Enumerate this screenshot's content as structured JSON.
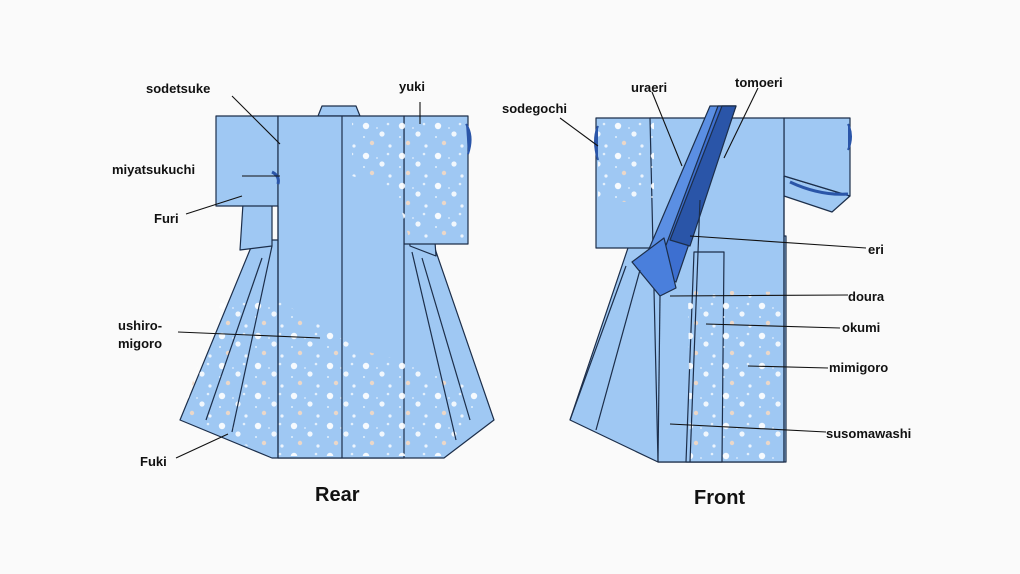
{
  "colors": {
    "fabric": "#9fc8f3",
    "fabric_light": "#acd2f7",
    "collar_dark": "#2a55a8",
    "collar_mid": "#3d6fd0",
    "collar_light": "#5b8fe3",
    "pattern": "#ffffff",
    "outline": "#1c2e4a",
    "background": "#fafafa"
  },
  "rear": {
    "title": "Rear",
    "labels": {
      "sodetsuke": "sodetsuke",
      "yuki": "yuki",
      "miyatsukuchi": "miyatsukuchi",
      "furi": "Furi",
      "ushiro_migoro_1": "ushiro-",
      "ushiro_migoro_2": "migoro",
      "fuki": "Fuki"
    }
  },
  "front": {
    "title": "Front",
    "labels": {
      "sodegochi": "sodegochi",
      "uraeri": "uraeri",
      "tomoeri": "tomoeri",
      "eri": "eri",
      "doura": "doura",
      "okumi": "okumi",
      "mimigoro": "mimigoro",
      "susomawashi": "susomawashi"
    }
  }
}
